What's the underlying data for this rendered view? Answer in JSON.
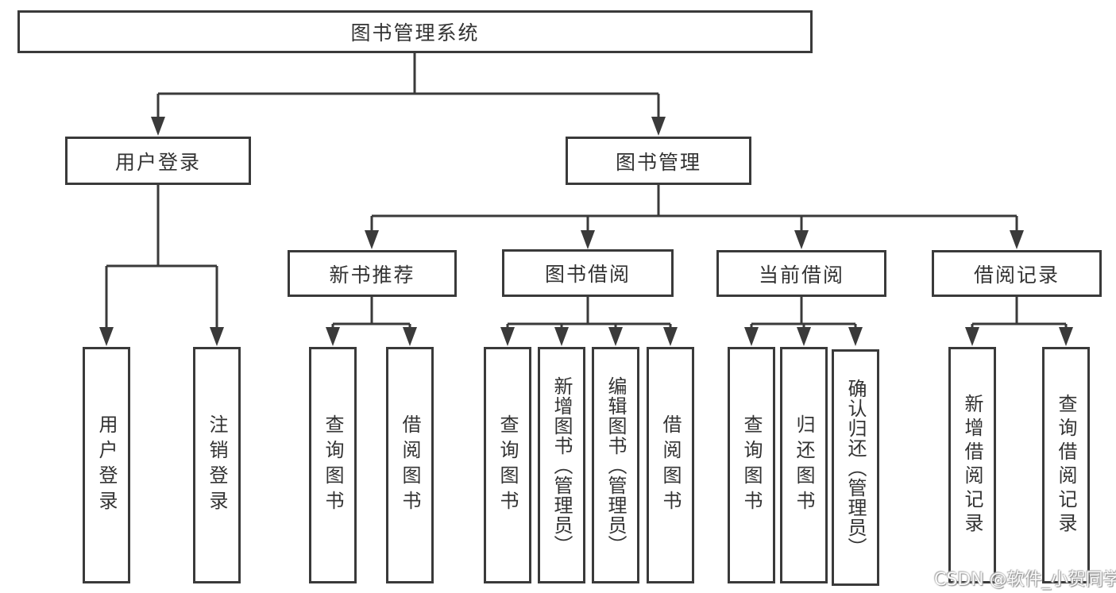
{
  "colors": {
    "line": "#3a3a3a",
    "box_border": "#3a3a3a",
    "box_background": "#ffffff",
    "text": "#333333",
    "page_background": "#ffffff",
    "watermark_text": "#ffffff"
  },
  "nodes": {
    "root": "图书管理系统",
    "user_login": "用户登录",
    "book_mgmt": "图书管理",
    "new_book_rec": "新书推荐",
    "book_borrow": "图书借阅",
    "current_borrow": "当前借阅",
    "borrow_record": "借阅记录",
    "ul_user_login": "用户登录",
    "ul_logout": "注销登录",
    "nr_query_book": "查询图书",
    "nr_borrow_book": "借阅图书",
    "bb_query_book": "查询图书",
    "bb_add_book": "新增图书（管理员）",
    "bb_edit_book": "编辑图书（管理员）",
    "bb_borrow_book": "借阅图书",
    "cb_query_book": "查询图书",
    "cb_return_book": "归还图书",
    "cb_confirm_return": "确认归还（管理员）",
    "br_add_record": "新增借阅记录",
    "br_query_record": "查询借阅记录"
  },
  "hierarchy": {
    "图书管理系统": {
      "用户登录": [
        "用户登录",
        "注销登录"
      ],
      "图书管理": {
        "新书推荐": [
          "查询图书",
          "借阅图书"
        ],
        "图书借阅": [
          "查询图书",
          "新增图书（管理员）",
          "编辑图书（管理员）",
          "借阅图书"
        ],
        "当前借阅": [
          "查询图书",
          "归还图书",
          "确认归还（管理员）"
        ],
        "借阅记录": [
          "新增借阅记录",
          "查询借阅记录"
        ]
      }
    }
  },
  "watermark": "CSDN @软件_小贺同学"
}
